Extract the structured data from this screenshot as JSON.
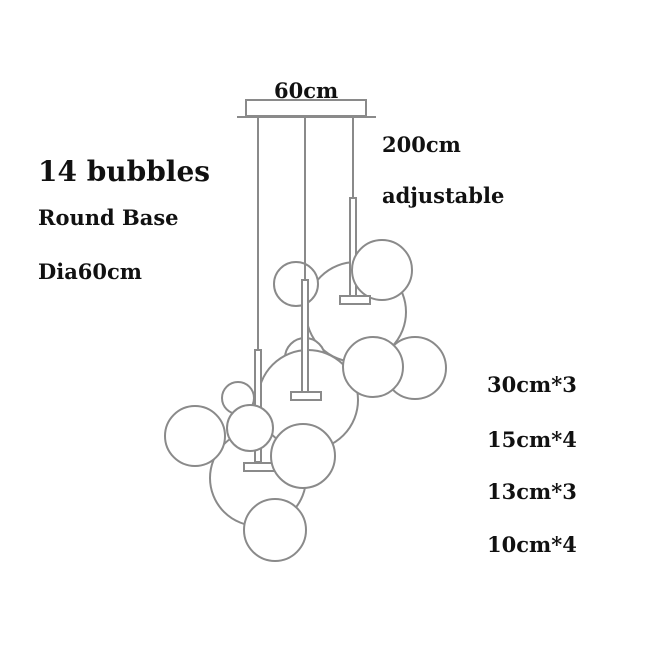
{
  "diagram": {
    "canopy_width_label": "60cm",
    "bubble_count_label": "14 bubbles",
    "base_shape_label": "Round Base",
    "base_diameter_label": "Dia60cm",
    "cord_length_label": "200cm",
    "cord_adjust_label": "adjustable",
    "bubble_sizes": [
      {
        "label": "30cm*3"
      },
      {
        "label": "15cm*4"
      },
      {
        "label": "13cm*3"
      },
      {
        "label": "10cm*4"
      }
    ],
    "line_color": "#8a8a8a",
    "text_color": "#111111"
  }
}
